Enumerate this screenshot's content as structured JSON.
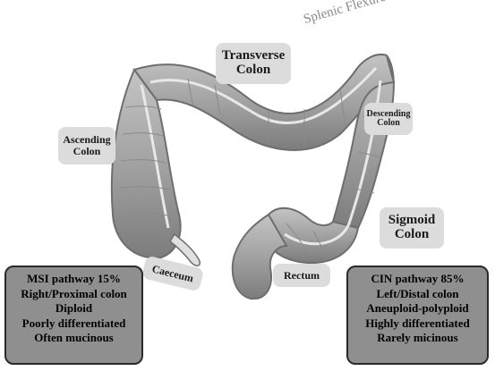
{
  "labels": {
    "splenic_flexure": "Splenic Flexure",
    "transverse": [
      "Transverse",
      "Colon"
    ],
    "ascending": [
      "Ascending",
      "Colon"
    ],
    "descending": [
      "Descending",
      "Colon"
    ],
    "sigmoid": [
      "Sigmoid",
      "Colon"
    ],
    "caeceum": "Caeceum",
    "rectum": "Rectum"
  },
  "msi_box": {
    "lines": [
      "MSI pathway 15%",
      "Right/Proximal colon",
      "Diploid",
      "Poorly differentiated",
      "Often mucinous"
    ]
  },
  "cin_box": {
    "lines": [
      "CIN pathway 85%",
      "Left/Distal colon",
      "Aneuploid-polyploid",
      "Highly differentiated",
      "Rarely micinous"
    ]
  },
  "colors": {
    "colon_fill": "#a9a9a9",
    "colon_dark": "#6e6e6e",
    "label_bg": "#dcdcdc",
    "box_bg": "#8f8f8f"
  }
}
